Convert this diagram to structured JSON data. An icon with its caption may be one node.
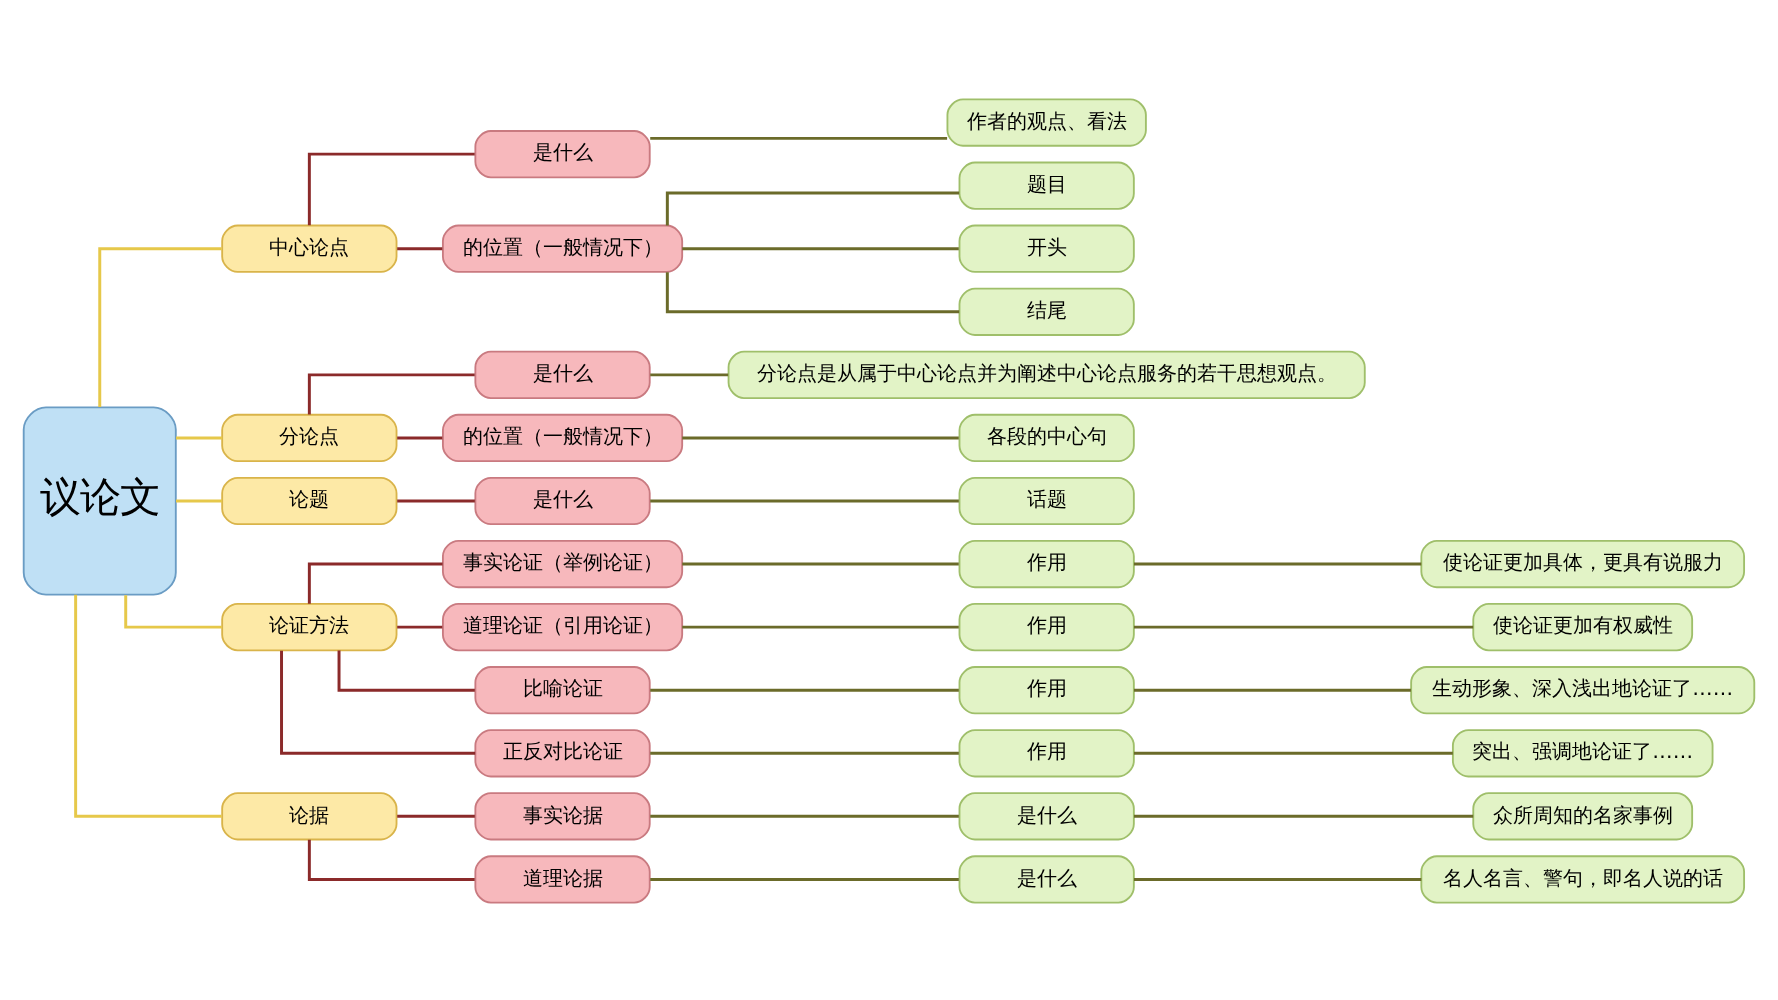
{
  "diagram": {
    "nodes": [
      {
        "text": [
          "议论文"
        ]
      },
      {
        "text": [
          "中心论点"
        ]
      },
      {
        "text": [
          "是什么"
        ]
      },
      {
        "text": [
          "作者的观点、看法"
        ]
      },
      {
        "text": [
          "的位置（一般情况下）"
        ]
      },
      {
        "text": [
          "题目"
        ]
      },
      {
        "text": [
          "开头"
        ]
      },
      {
        "text": [
          "结尾"
        ]
      },
      {
        "text": [
          "分论点"
        ]
      },
      {
        "text": [
          "是什么"
        ]
      },
      {
        "text": [
          "分论点是从属于中心论点并为阐述中心论点服务的若干思想观点。"
        ]
      },
      {
        "text": [
          "的位置（一般情况下）"
        ]
      },
      {
        "text": [
          "各段的中心句"
        ]
      },
      {
        "text": [
          "论题"
        ]
      },
      {
        "text": [
          "是什么"
        ]
      },
      {
        "text": [
          "话题"
        ]
      },
      {
        "text": [
          "论证方法"
        ]
      },
      {
        "text": [
          "事实论证（举例论证）"
        ]
      },
      {
        "text": [
          "作用"
        ]
      },
      {
        "text": [
          "使论证更加具体，更具有说服力"
        ]
      },
      {
        "text": [
          "道理论证（引用论证）"
        ]
      },
      {
        "text": [
          "作用"
        ]
      },
      {
        "text": [
          "使论证更加有权威性"
        ]
      },
      {
        "text": [
          "比喻论证"
        ]
      },
      {
        "text": [
          "作用"
        ]
      },
      {
        "text": [
          "生动形象、深入浅出地论证了……"
        ]
      },
      {
        "text": [
          "正反对比论证"
        ]
      },
      {
        "text": [
          "作用"
        ]
      },
      {
        "text": [
          "突出、强调地论证了……"
        ]
      },
      {
        "text": [
          "论据"
        ]
      },
      {
        "text": [
          "事实论据"
        ]
      },
      {
        "text": [
          "是什么"
        ]
      },
      {
        "text": [
          "众所周知的名家事例"
        ]
      },
      {
        "text": [
          "道理论据"
        ]
      },
      {
        "text": [
          "是什么"
        ]
      },
      {
        "text": [
          "名人名言、警句，即名人说的话"
        ]
      }
    ],
    "edges": [
      {
        "from": 0,
        "to": 1,
        "arrow": "none",
        "color": "#e6c84a"
      },
      {
        "from": 1,
        "to": 2,
        "arrow": "none",
        "color": "#8b2a2a"
      },
      {
        "from": 2,
        "to": 3,
        "arrow": "none"
      },
      {
        "from": 1,
        "to": 4,
        "arrow": "none",
        "color": "#8b2a2a"
      },
      {
        "from": 4,
        "to": 5,
        "arrow": "none"
      },
      {
        "from": 4,
        "to": 6,
        "arrow": "none"
      },
      {
        "from": 4,
        "to": 7,
        "arrow": "none"
      },
      {
        "from": 0,
        "to": 8,
        "arrow": "none",
        "color": "#e6c84a"
      },
      {
        "from": 8,
        "to": 9,
        "arrow": "none",
        "color": "#8b2a2a"
      },
      {
        "from": 9,
        "to": 10,
        "arrow": "none"
      },
      {
        "from": 8,
        "to": 11,
        "arrow": "none",
        "color": "#8b2a2a"
      },
      {
        "from": 11,
        "to": 12,
        "arrow": "none"
      },
      {
        "from": 0,
        "to": 13,
        "arrow": "none",
        "color": "#e6c84a"
      },
      {
        "from": 13,
        "to": 14,
        "arrow": "none",
        "color": "#8b2a2a"
      },
      {
        "from": 14,
        "to": 15,
        "arrow": "none"
      },
      {
        "from": 0,
        "to": 16,
        "arrow": "none",
        "color": "#e6c84a"
      },
      {
        "from": 16,
        "to": 17,
        "arrow": "none",
        "color": "#8b2a2a"
      },
      {
        "from": 17,
        "to": 18,
        "arrow": "none"
      },
      {
        "from": 18,
        "to": 19,
        "arrow": "none"
      },
      {
        "from": 16,
        "to": 20,
        "arrow": "none",
        "color": "#8b2a2a"
      },
      {
        "from": 20,
        "to": 21,
        "arrow": "none"
      },
      {
        "from": 21,
        "to": 22,
        "arrow": "none"
      },
      {
        "from": 16,
        "to": 23,
        "arrow": "none",
        "color": "#8b2a2a"
      },
      {
        "from": 23,
        "to": 24,
        "arrow": "none"
      },
      {
        "from": 24,
        "to": 25,
        "arrow": "none"
      },
      {
        "from": 16,
        "to": 26,
        "arrow": "none",
        "color": "#8b2a2a"
      },
      {
        "from": 26,
        "to": 27,
        "arrow": "none"
      },
      {
        "from": 27,
        "to": 28,
        "arrow": "none"
      },
      {
        "from": 0,
        "to": 29,
        "arrow": "none",
        "color": "#e6c84a"
      },
      {
        "from": 29,
        "to": 30,
        "arrow": "none",
        "color": "#8b2a2a"
      },
      {
        "from": 30,
        "to": 31,
        "arrow": "none"
      },
      {
        "from": 31,
        "to": 32,
        "arrow": "none"
      },
      {
        "from": 29,
        "to": 33,
        "arrow": "none",
        "color": "#8b2a2a"
      },
      {
        "from": 33,
        "to": 34,
        "arrow": "none"
      },
      {
        "from": 34,
        "to": 35,
        "arrow": "none"
      }
    ]
  }
}
